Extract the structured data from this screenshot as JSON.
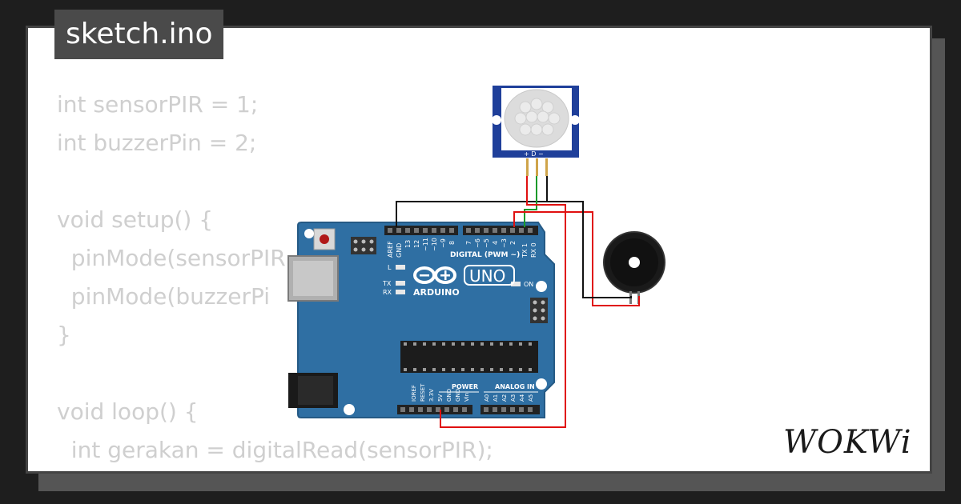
{
  "file_tab": {
    "title": "sketch.ino"
  },
  "code_lines": [
    "int sensorPIR = 1;",
    "int buzzerPin = 2;",
    "",
    "void setup() {",
    "  pinMode(sensorPIR",
    "  pinMode(buzzerPi",
    "}",
    "",
    "void loop() {",
    "  int gerakan = digitalRead(sensorPIR);"
  ],
  "arduino": {
    "model": "UNO",
    "brand": "ARDUINO",
    "digital_label": "DIGITAL (PWM ~)",
    "power_label": "POWER",
    "analog_label": "ANALOG IN",
    "on_label": "ON",
    "led_l": "L",
    "led_tx": "TX",
    "led_rx": "RX",
    "digital_pins": [
      "AREF",
      "GND",
      "13",
      "12",
      "~11",
      "~10",
      "~9",
      "8",
      "7",
      "~6",
      "~5",
      "4",
      "~3",
      "2",
      "TX 1",
      "RX 0"
    ],
    "power_pins": [
      "IOREF",
      "RESET",
      "3.3V",
      "5V",
      "GND",
      "GND",
      "Vin"
    ],
    "analog_pins": [
      "A0",
      "A1",
      "A2",
      "A3",
      "A4",
      "A5"
    ]
  },
  "pir_sensor": {
    "pin_labels": "+ D −"
  },
  "colors": {
    "board": "#2f6fa3",
    "wire_red": "#e01010",
    "wire_black": "#111111",
    "wire_green": "#1a9a2a",
    "code_text": "#cfcfcf"
  },
  "logo": {
    "text": "WOKWi"
  }
}
